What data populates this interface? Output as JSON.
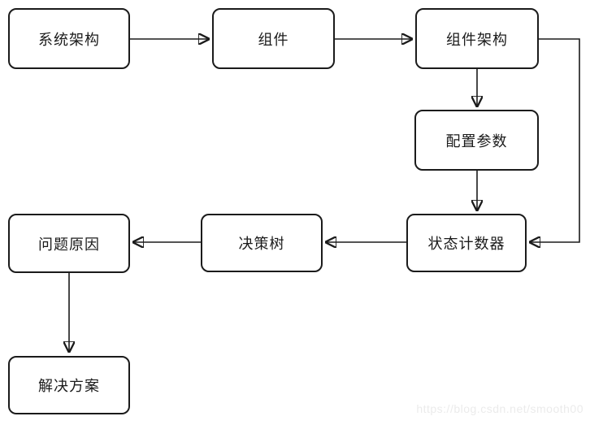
{
  "diagram": {
    "title": "troubleshooting-flowchart",
    "nodes": [
      {
        "id": "system-architecture",
        "label": "系统架构"
      },
      {
        "id": "component",
        "label": "组件"
      },
      {
        "id": "component-architecture",
        "label": "组件架构"
      },
      {
        "id": "config-params",
        "label": "配置参数"
      },
      {
        "id": "state-counter",
        "label": "状态计数器"
      },
      {
        "id": "decision-tree",
        "label": "决策树"
      },
      {
        "id": "problem-cause",
        "label": "问题原因"
      },
      {
        "id": "solution",
        "label": "解决方案"
      }
    ],
    "edges": [
      {
        "from": "系统架构",
        "to": "组件"
      },
      {
        "from": "组件",
        "to": "组件架构"
      },
      {
        "from": "组件架构",
        "to": "配置参数"
      },
      {
        "from": "配置参数",
        "to": "状态计数器"
      },
      {
        "from": "组件架构",
        "to": "状态计数器",
        "route": "right-side-bypass"
      },
      {
        "from": "状态计数器",
        "to": "决策树"
      },
      {
        "from": "决策树",
        "to": "问题原因"
      },
      {
        "from": "问题原因",
        "to": "解决方案"
      }
    ],
    "colors": {
      "line": "#1b1b1b",
      "node_border": "#1b1b1b",
      "node_fill": "#ffffff",
      "background": "#ffffff",
      "watermark": "#ebebeb"
    }
  },
  "watermark": {
    "text": "https://blog.csdn.net/smooth00"
  }
}
